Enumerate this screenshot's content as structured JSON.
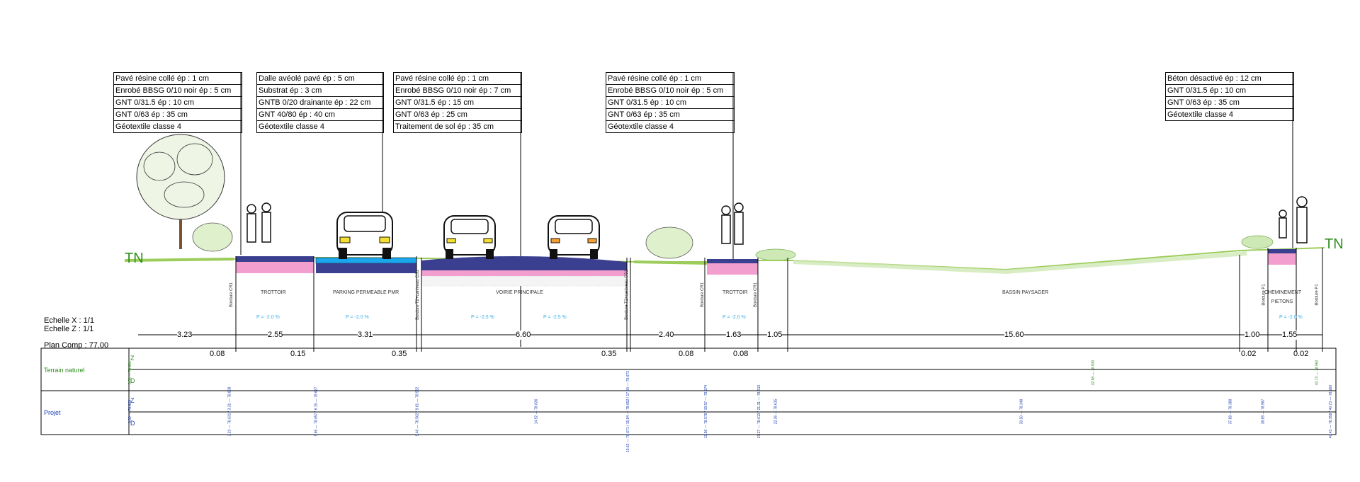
{
  "legends": [
    {
      "rows": [
        "Pavé résine collé ép : 1 cm",
        "Enrobé BBSG 0/10 noir ép : 5 cm",
        "GNT 0/31.5 ép : 10 cm",
        "GNT 0/63 ép : 35 cm",
        "Géotextile classe 4"
      ]
    },
    {
      "rows": [
        "Dalle avéolé pavé ép : 5 cm",
        "Substrat ép : 3 cm",
        "GNTB 0/20 drainante  ép : 22 cm",
        "GNT 40/80 ép : 40 cm",
        "Géotextile classe 4"
      ]
    },
    {
      "rows": [
        "Pavé résine collé ép : 1 cm",
        "Enrobé BBSG 0/10 noir ép : 7 cm",
        "GNT 0/31.5 ép : 15 cm",
        "GNT 0/63 ép : 25 cm",
        "Traitement de sol ép : 35 cm"
      ]
    },
    {
      "rows": [
        "Pavé résine collé ép : 1 cm",
        "Enrobé BBSG 0/10 noir ép : 5 cm",
        "GNT 0/31.5 ép : 10 cm",
        "GNT 0/63 ép : 35 cm",
        "Géotextile classe 4"
      ]
    },
    {
      "rows": [
        "Béton désactivé ép : 12 cm",
        "GNT 0/31.5 ép : 10 cm",
        "GNT 0/63 ép : 35 cm",
        "Géotextile classe 4"
      ]
    }
  ],
  "tn_label": "TN",
  "zones": [
    "TROTTOIR",
    "PARKING PERMEABLE PMR",
    "VOIRIE PRINCIPALE",
    "TROTTOIR",
    "BASSIN PAYSAGER",
    "CHEMINEMENT PIETONS"
  ],
  "bordures": [
    "Bordure CR1",
    "Bordure T2+caniveau CS1",
    "Bordure T2+caniveau CS1",
    "Bordure CR1",
    "Bordure CR1",
    "Bordure P1",
    "Bordure P1"
  ],
  "slopes": [
    "P = -2.0 %",
    "P = -2.0 %",
    "P = -2.5 %",
    "P = -2.5 %",
    "P = -2.0 %",
    "P = -2.0 %"
  ],
  "scale": {
    "x": "Echelle X : 1/1",
    "z": "Echelle Z : 1/1",
    "plan": "Plan Comp : 77.00"
  },
  "dims_main": [
    "3.23",
    "2.55",
    "3.31",
    "6.60",
    "2.40",
    "1.63",
    "1.05",
    "15.60",
    "1.00",
    "1.55"
  ],
  "dims_small": [
    "0.08",
    "0.15",
    "0.35",
    "0.35",
    "0.08",
    "0.08",
    "0.02",
    "0.02"
  ],
  "table": {
    "row1_title": "Terrain naturel",
    "row2_title": "Projet",
    "z": "Z",
    "d": "D",
    "tn_values": [
      "0.00 — 78.601",
      "32.68 — 78.830",
      "40.73 — 78.960"
    ],
    "proj_values": [
      "0.00 — 78.623",
      "3.23 — 78.631 / 3.31 — 78.808",
      "5.86 — 78.657 / 6.15 — 78.627",
      "9.46 — 78.562 / 9.81 — 78.562",
      "14.92 — 78.636",
      "15.62 — 78.671 / 15.84 — 78.652 / 17.00 — 78.672",
      "19.50 — 78.578 / 19.57 — 78.574",
      "21.27 — 78.613 / 21.31 — 78.613",
      "22.36 — 78.615",
      "30.50 — 78.348",
      "37.88 — 78.388",
      "38.89 — 78.987",
      "40.43 — 78.958 / 40.73 — 78.960"
    ]
  },
  "colors": {
    "tn": "#2f8f1f",
    "pink": "#f29fcf",
    "blue": "#1aa7ec",
    "navy": "#3b3f8f",
    "green_line": "#9ccc5a",
    "slope": "#3ab0e8",
    "table_text": "#1a3fb0"
  }
}
